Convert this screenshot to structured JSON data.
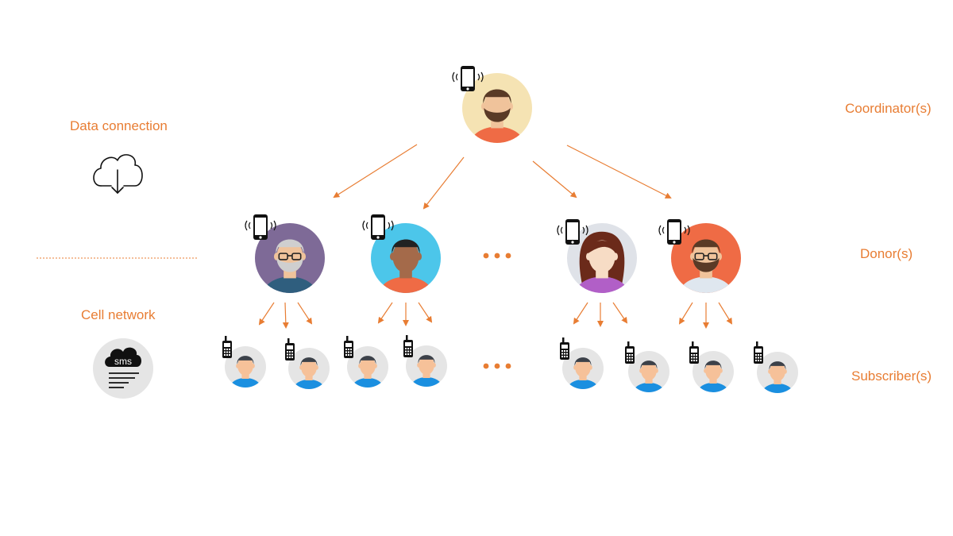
{
  "labels": {
    "data_connection": "Data connection",
    "cell_network": "Cell network",
    "coordinator": "Coordinator(s)",
    "donor": "Donor(s)",
    "subscriber": "Subscriber(s)"
  },
  "sms_icon_text": "sms",
  "nodes": {
    "coordinator": {
      "name": "coordinator",
      "bg": "#f5e3b3",
      "shirt": "#ef6b45",
      "hair": "#5a3a26",
      "skin": "#f0c39b",
      "beard": true
    },
    "donors": [
      {
        "name": "donor-1",
        "bg": "#7e6a97",
        "shirt": "#2f5e7e",
        "hair": "#cfcfcf",
        "skin": "#f0c39b",
        "glasses": true,
        "beard": true
      },
      {
        "name": "donor-2",
        "bg": "#4cc6ea",
        "shirt": "#ef6b45",
        "hair": "#222222",
        "skin": "#a46a4a"
      },
      {
        "name": "donor-3",
        "bg": "#dfe2e8",
        "shirt": "#b15fc7",
        "hair": "#6b2a1a",
        "skin": "#f7dcc5",
        "long_hair": true
      },
      {
        "name": "donor-4",
        "bg": "#ef6b45",
        "shirt": "#dfe7ef",
        "hair": "#5a3a26",
        "skin": "#f0c39b",
        "glasses": true,
        "beard": true
      }
    ],
    "subscriber_count": 8
  },
  "colors": {
    "accent": "#e87d33",
    "subscriber_bg": "#e5e5e5",
    "subscriber_shirt": "#1a8fe0",
    "subscriber_hair": "#3c4149",
    "subscriber_skin": "#f6c199"
  }
}
